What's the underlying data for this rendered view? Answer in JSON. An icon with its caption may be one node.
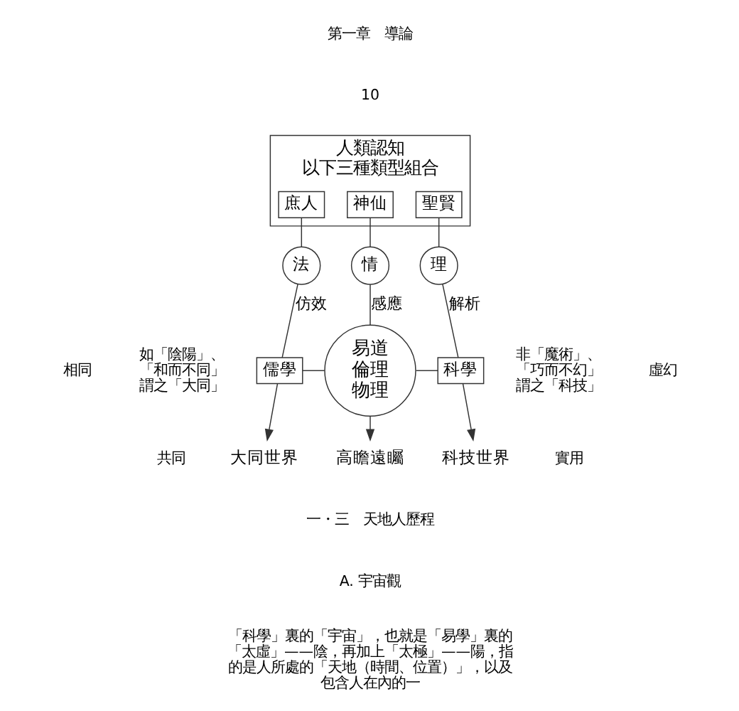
{
  "diagram": {
    "nodes": [
      {
        "text": [
          "人類認知",
          "以下三種類型組合"
        ]
      },
      {
        "text": [
          "庶人"
        ],
        "in": 0
      },
      {
        "text": [
          "神仙"
        ],
        "in": 0
      },
      {
        "text": [
          "聖賢"
        ],
        "in": 0
      },
      {
        "text": [
          "法"
        ]
      },
      {
        "text": [
          "情"
        ]
      },
      {
        "text": [
          "理"
        ]
      },
      {
        "text": [
          "儒學"
        ]
      },
      {
        "text": [
          "易道",
          "倫理",
          "物理"
        ]
      },
      {
        "text": [
          "科學"
        ]
      },
      {
        "text": [
          "大同世界"
        ]
      },
      {
        "text": [
          "高瞻遠矚"
        ]
      },
      {
        "text": [
          "科技世界"
        ]
      }
    ],
    "edges": [
      {
        "from": 1,
        "to": 4,
        "arrow": "none"
      },
      {
        "from": 2,
        "to": 5,
        "arrow": "none"
      },
      {
        "from": 3,
        "to": 6,
        "arrow": "none"
      },
      {
        "from": 4,
        "to": 7,
        "arrow": "none",
        "label": "仿效"
      },
      {
        "from": 5,
        "to": 8,
        "arrow": "none",
        "label": "感應"
      },
      {
        "from": 6,
        "to": 9,
        "arrow": "none",
        "label": "解析"
      },
      {
        "from": 7,
        "to": 8,
        "arrow": "none"
      },
      {
        "from": 8,
        "to": 9,
        "arrow": "none"
      },
      {
        "from": 7,
        "to": 10,
        "arrow": "to"
      },
      {
        "from": 8,
        "to": 11,
        "arrow": "to"
      },
      {
        "from": 9,
        "to": 12,
        "arrow": "to"
      }
    ],
    "labels": [
      "第一章　導論",
      "10",
      "相同",
      "共同",
      "如「陰陽」、「和而不同」謂之「大同」",
      "非「魔術」、「巧而不幻」謂之「科技」",
      "虛幻",
      "實用",
      "一・三　天地人歷程",
      "A. 宇宙觀",
      "「科學」裏的「宇宙」，也就是「易學」裏的「太虛」——陰，再加上「太極」——陽，指的是人所處的「天地（時間、位置）」，以及包含人在內的一"
    ]
  }
}
